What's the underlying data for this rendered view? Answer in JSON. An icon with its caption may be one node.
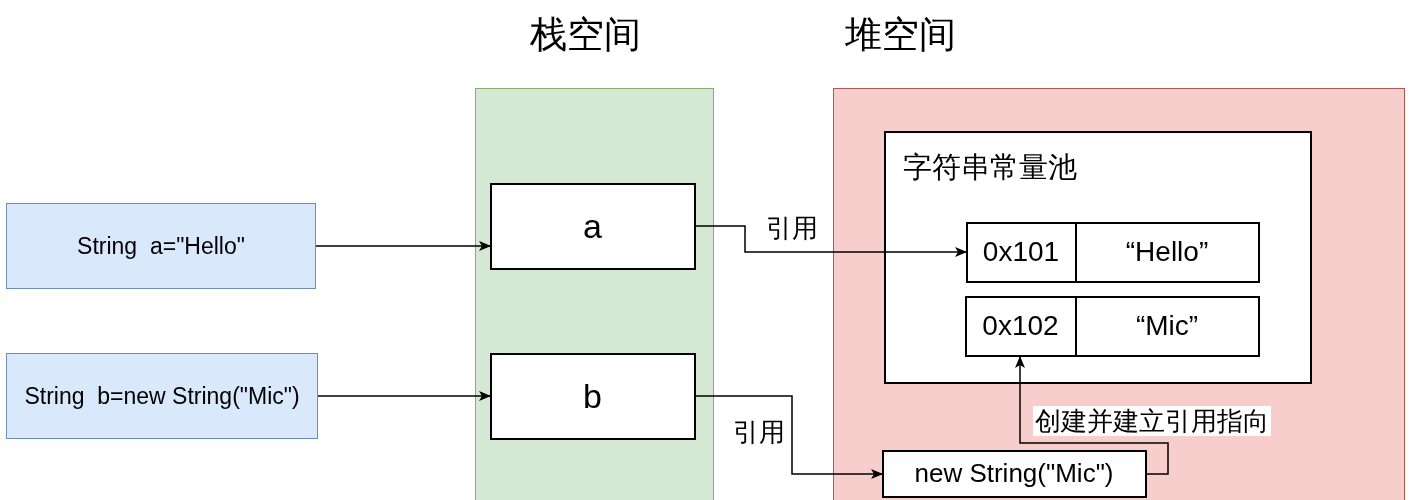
{
  "diagram": {
    "nodes": [
      {
        "text": [
          "String  a=\"Hello\""
        ]
      },
      {
        "text": [
          "String  b=new String(\"Mic\")"
        ]
      },
      {
        "text": [
          "栈空间"
        ]
      },
      {
        "text": [
          "a"
        ],
        "in": 2
      },
      {
        "text": [
          "b"
        ],
        "in": 2
      },
      {
        "text": [
          "堆空间"
        ]
      },
      {
        "text": [
          "字符串常量池"
        ],
        "in": 5
      },
      {
        "text": [
          "0x101"
        ],
        "in": 6
      },
      {
        "text": [
          "“Hello”"
        ],
        "in": 6
      },
      {
        "text": [
          "0x102"
        ],
        "in": 6
      },
      {
        "text": [
          "“Mic”"
        ],
        "in": 6
      },
      {
        "text": [
          "new String(\"Mic\")"
        ],
        "in": 5
      }
    ],
    "edges": [
      {
        "from": 0,
        "to": 3,
        "arrow": "to"
      },
      {
        "from": 1,
        "to": 4,
        "arrow": "to"
      },
      {
        "from": 3,
        "to": 7,
        "arrow": "to",
        "label": "引用"
      },
      {
        "from": 4,
        "to": 11,
        "arrow": "to",
        "label": "引用"
      },
      {
        "from": 11,
        "to": 9,
        "arrow": "to",
        "label": "创建并建立引用指向"
      }
    ]
  }
}
